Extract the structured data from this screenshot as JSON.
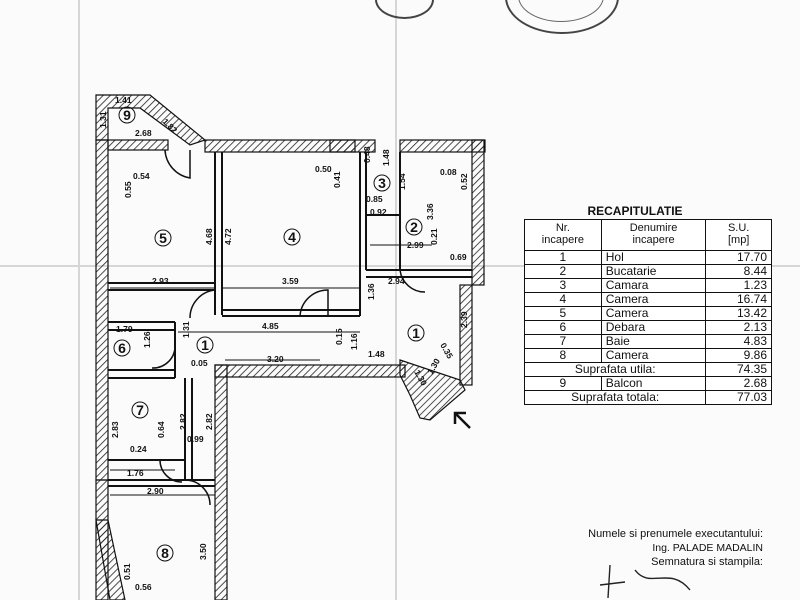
{
  "recap": {
    "title": "RECAPITULATIE",
    "headers": {
      "nr": "Nr.\nincapere",
      "name": "Denumire\nincapere",
      "su": "S.U.\n[mp]"
    },
    "rows": [
      {
        "nr": "1",
        "name": "Hol",
        "su": "17.70"
      },
      {
        "nr": "2",
        "name": "Bucatarie",
        "su": "8.44"
      },
      {
        "nr": "3",
        "name": "Camara",
        "su": "1.23"
      },
      {
        "nr": "4",
        "name": "Camera",
        "su": "16.74"
      },
      {
        "nr": "5",
        "name": "Camera",
        "su": "13.42"
      },
      {
        "nr": "6",
        "name": "Debara",
        "su": "2.13"
      },
      {
        "nr": "7",
        "name": "Baie",
        "su": "4.83"
      },
      {
        "nr": "8",
        "name": "Camera",
        "su": "9.86"
      }
    ],
    "useful_label": "Suprafata utila:",
    "useful_value": "74.35",
    "balcony": {
      "nr": "9",
      "name": "Balcon",
      "su": "2.68"
    },
    "total_label": "Suprafata totala:",
    "total_value": "77.03"
  },
  "executor": {
    "line1": "Numele si prenumele executantului:",
    "line2": "Ing. PALADE MADALIN",
    "line3": "Semnatura si stampila:"
  },
  "rooms": {
    "r1a": "1",
    "r1b": "1",
    "r2": "2",
    "r3": "3",
    "r4": "4",
    "r5": "5",
    "r6": "6",
    "r7": "7",
    "r8": "8",
    "r9": "9"
  },
  "dims": {
    "d141": "1.41",
    "d131a": "1.31",
    "d182": "1.82",
    "d268": "2.68",
    "d054": "0.54",
    "d055": "0.55",
    "d468": "4.68",
    "d472": "4.72",
    "d050": "0.50",
    "d041": "0.41",
    "d048": "0.48",
    "d148": "1.48",
    "d154": "1.54",
    "d085": "0.85",
    "d092": "0.92",
    "d008": "0.08",
    "d052": "0.52",
    "d336": "3.36",
    "d299": "2.99",
    "d021": "0.21",
    "d069": "0.69",
    "d293": "2.93",
    "d359": "3.59",
    "d294": "2.94",
    "d136": "1.36",
    "d239": "2.39",
    "d179": "1.79",
    "d131b": "1.31",
    "d485": "4.85",
    "d015": "0.15",
    "d116": "1.16",
    "d148b": "1.48",
    "d320": "3.20",
    "d126": "1.26",
    "d005": "0.05",
    "d035": "0.35",
    "d130a": "1.30",
    "d130b": "1.30",
    "d283a": "2.83",
    "d282a": "2.82",
    "d282b": "2.82",
    "d064": "0.64",
    "d024": "0.24",
    "d099": "0.99",
    "d176": "1.76",
    "d290": "2.90",
    "d350": "3.50",
    "d051": "0.51",
    "d056": "0.56"
  }
}
